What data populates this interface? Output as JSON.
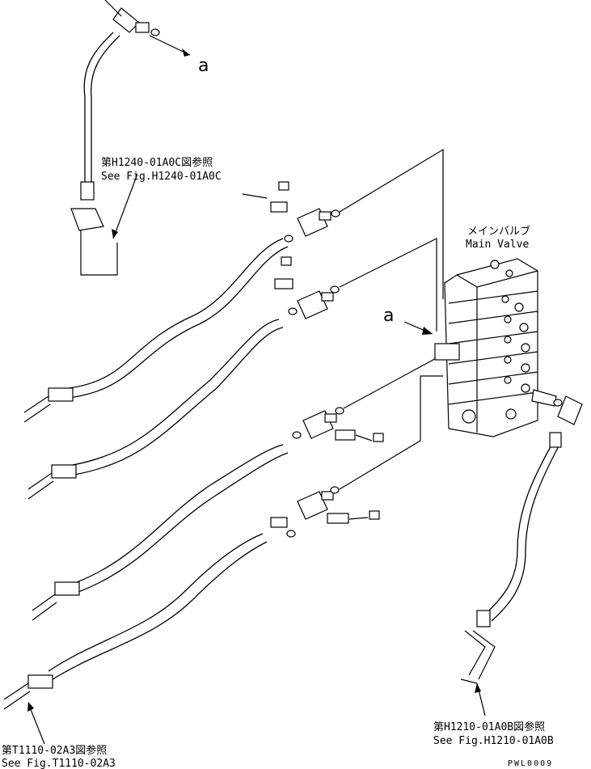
{
  "refs": {
    "top_left_jp": "第H1240-01A0C図参照",
    "top_left_en": "See Fig.H1240-01A0C",
    "bottom_right_jp": "第H1210-01A0B図参照",
    "bottom_right_en": "See Fig.H1210-01A0B",
    "bottom_left_jp": "第T1110-02A3図参照",
    "bottom_left_en": "See Fig.T1110-02A3"
  },
  "main_valve": {
    "label_jp": "メインバルブ",
    "label_en": "Main Valve"
  },
  "markers": {
    "top": "a",
    "mid": "a"
  },
  "drawing_code": "PWL0009"
}
